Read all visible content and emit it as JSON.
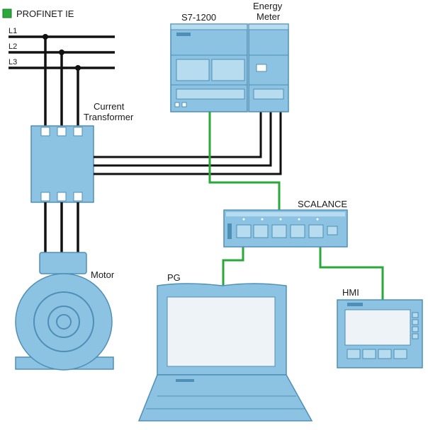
{
  "legend": {
    "label": "PROFINET IE",
    "color": "#2aa83a"
  },
  "lines": {
    "l1": "L1",
    "l2": "L2",
    "l3": "L3"
  },
  "labels": {
    "current_transformer_1": "Current",
    "current_transformer_2": "Transformer",
    "plc": "S7-1200",
    "energy_meter_1": "Energy",
    "energy_meter_2": "Meter",
    "switch": "SCALANCE",
    "motor": "Motor",
    "pg": "PG",
    "hmi": "HMI"
  },
  "colors": {
    "device_fill": "#8cc3e3",
    "device_light": "#b8dcef",
    "device_stroke": "#4f8fb6",
    "screen": "#eef3f7",
    "profinet": "#2aa83a",
    "wire": "#111111"
  }
}
